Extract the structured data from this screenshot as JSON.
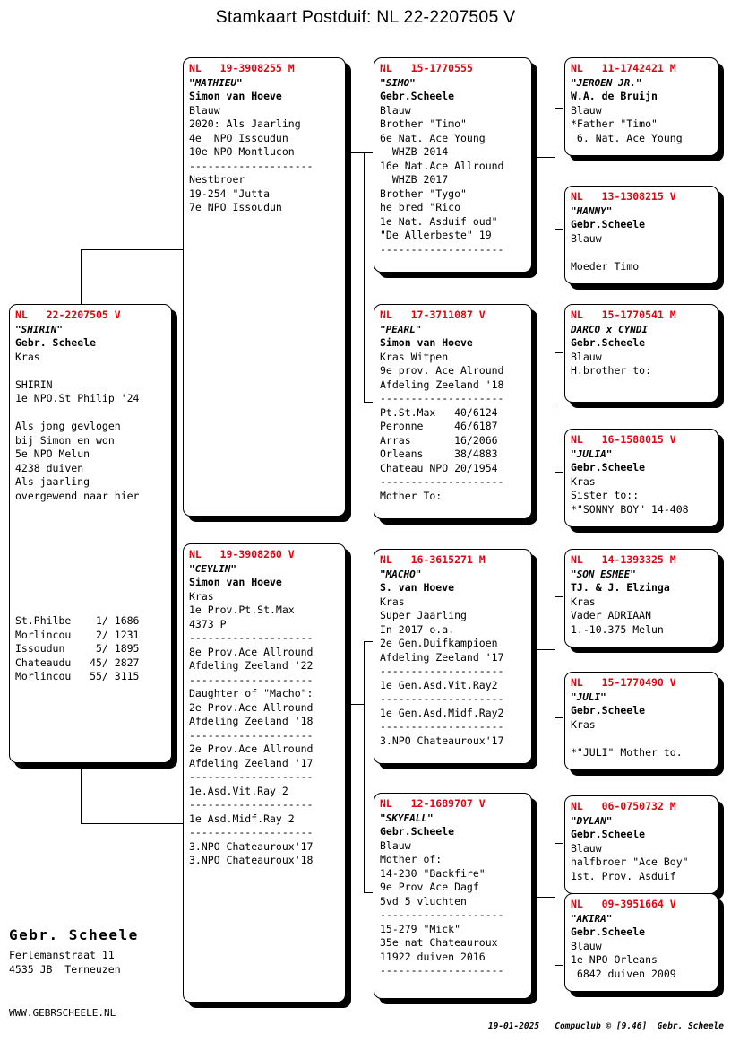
{
  "title": "Stamkaart Postduif: NL  22-2207505 V",
  "subject": {
    "ring": "NL   22-2207505 V",
    "nick": "\"SHIRIN\"",
    "breeder": "Gebr. Scheele",
    "lines": [
      "Kras",
      "",
      "SHIRIN",
      "1e NPO.St Philip '24",
      "",
      "Als jong gevlogen",
      "bij Simon en won",
      "5e NPO Melun",
      "4238 duiven",
      "Als jaarling",
      "overgewend naar hier"
    ],
    "results": [
      "St.Philbe    1/ 1686",
      "Morlincou    2/ 1231",
      "Issoudun     5/ 1895",
      "Chateaudu   45/ 2827",
      "Morlincou   55/ 3115"
    ]
  },
  "gen2": [
    {
      "ring": "NL   19-3908255 M",
      "nick": "\"MATHIEU\"",
      "breeder": "Simon van Hoeve",
      "lines": [
        "Blauw",
        "2020: Als Jaarling",
        "4e  NPO Issoudun",
        "10e NPO Montlucon",
        "--------------------",
        "Nestbroer",
        "19-254 \"Jutta",
        "7e NPO Issoudun"
      ]
    },
    {
      "ring": "NL   19-3908260 V",
      "nick": "\"CEYLIN\"",
      "breeder": "Simon van Hoeve",
      "lines": [
        "Kras",
        "1e Prov.Pt.St.Max",
        "4373 P",
        "--------------------",
        "8e Prov.Ace Allround",
        "Afdeling Zeeland '22",
        "--------------------",
        "Daughter of \"Macho\":",
        "2e Prov.Ace Allround",
        "Afdeling Zeeland '18",
        "--------------------",
        "2e Prov.Ace Allround",
        "Afdeling Zeeland '17",
        "--------------------",
        "1e.Asd.Vit.Ray 2",
        "--------------------",
        "1e Asd.Midf.Ray 2",
        "--------------------",
        "3.NPO Chateauroux'17",
        "3.NPO Chateauroux'18"
      ]
    }
  ],
  "gen3": [
    {
      "ring": "NL   15-1770555",
      "nick": "\"SIMO\"",
      "breeder": "Gebr.Scheele",
      "lines": [
        "Blauw",
        "Brother \"Timo\"",
        "6e Nat. Ace Young",
        "  WHZB 2014",
        "16e Nat.Ace Allround",
        "  WHZB 2017",
        "Brother \"Tygo\"",
        "he bred \"Rico",
        "1e Nat. Asduif oud\"",
        "\"De Allerbeste\" 19",
        "--------------------"
      ]
    },
    {
      "ring": "NL   17-3711087 V",
      "nick": "\"PEARL\"",
      "breeder": "Simon van Hoeve",
      "lines": [
        "Kras Witpen",
        "9e prov. Ace Alround",
        "Afdeling Zeeland '18",
        "--------------------",
        "Pt.St.Max   40/6124",
        "Peronne     46/6187",
        "Arras       16/2066",
        "Orleans     38/4883",
        "Chateau NPO 20/1954",
        "--------------------",
        "Mother To:"
      ]
    },
    {
      "ring": "NL   16-3615271 M",
      "nick": "\"MACHO\"",
      "breeder": "S. van Hoeve",
      "lines": [
        "Kras",
        "Super Jaarling",
        "In 2017 o.a.",
        "2e Gen.Duifkampioen",
        "Afdeling Zeeland '17",
        "--------------------",
        "1e Gen.Asd.Vit.Ray2",
        "--------------------",
        "1e Gen.Asd.Midf.Ray2",
        "--------------------",
        "3.NPO Chateauroux'17"
      ]
    },
    {
      "ring": "NL   12-1689707 V",
      "nick": "\"SKYFALL\"",
      "breeder": "Gebr.Scheele",
      "lines": [
        "Blauw",
        "Mother of:",
        "14-230 \"Backfire\"",
        "9e Prov Ace Dagf",
        "5vd 5 vluchten",
        "--------------------",
        "15-279 \"Mick\"",
        "35e nat Chateauroux",
        "11922 duiven 2016",
        "--------------------"
      ]
    }
  ],
  "gen4": [
    {
      "ring": "NL   11-1742421 M",
      "nick": "\"JEROEN JR.\"",
      "breeder": "W.A. de Bruijn",
      "lines": [
        "Blauw",
        "*Father \"Timo\"",
        " 6. Nat. Ace Young"
      ]
    },
    {
      "ring": "NL   13-1308215 V",
      "nick": "\"HANNY\"",
      "breeder": "Gebr.Scheele",
      "lines": [
        "Blauw",
        "",
        "Moeder Timo"
      ]
    },
    {
      "ring": "NL   15-1770541 M",
      "nick": "DARCO x CYNDI",
      "breeder": "Gebr.Scheele",
      "lines": [
        "Blauw",
        "H.brother to:"
      ]
    },
    {
      "ring": "NL   16-1588015 V",
      "nick": "\"JULIA\"",
      "breeder": "Gebr.Scheele",
      "lines": [
        "Kras",
        "Sister to::",
        "*\"SONNY BOY\" 14-408"
      ]
    },
    {
      "ring": "NL   14-1393325 M",
      "nick": "\"SON ESMEE\"",
      "breeder": "TJ. & J. Elzinga",
      "lines": [
        "Kras",
        "Vader ADRIAAN",
        "1.-10.375 Melun"
      ]
    },
    {
      "ring": "NL   15-1770490 V",
      "nick": "\"JULI\"",
      "breeder": "Gebr.Scheele",
      "lines": [
        "Kras",
        "",
        "*\"JULI\" Mother to."
      ]
    },
    {
      "ring": "NL   06-0750732 M",
      "nick": "\"DYLAN\"",
      "breeder": "Gebr.Scheele",
      "lines": [
        "Blauw",
        "halfbroer \"Ace Boy\"",
        "1st. Prov. Asduif"
      ]
    },
    {
      "ring": "NL   09-3951664 V",
      "nick": "\"AKIRA\"",
      "breeder": "Gebr.Scheele",
      "lines": [
        "Blauw",
        "1e NPO Orleans",
        " 6842 duiven 2009"
      ]
    }
  ],
  "footer": {
    "name": "Gebr. Scheele",
    "address1": "Ferlemanstraat 11",
    "address2": "4535 JB  Terneuzen",
    "website": "WWW.GEBRSCHEELE.NL",
    "credit": "19-01-2025   Compuclub © [9.46]  Gebr. Scheele"
  },
  "colors": {
    "ring": "#e8000d",
    "text": "#000000",
    "background": "#ffffff"
  }
}
